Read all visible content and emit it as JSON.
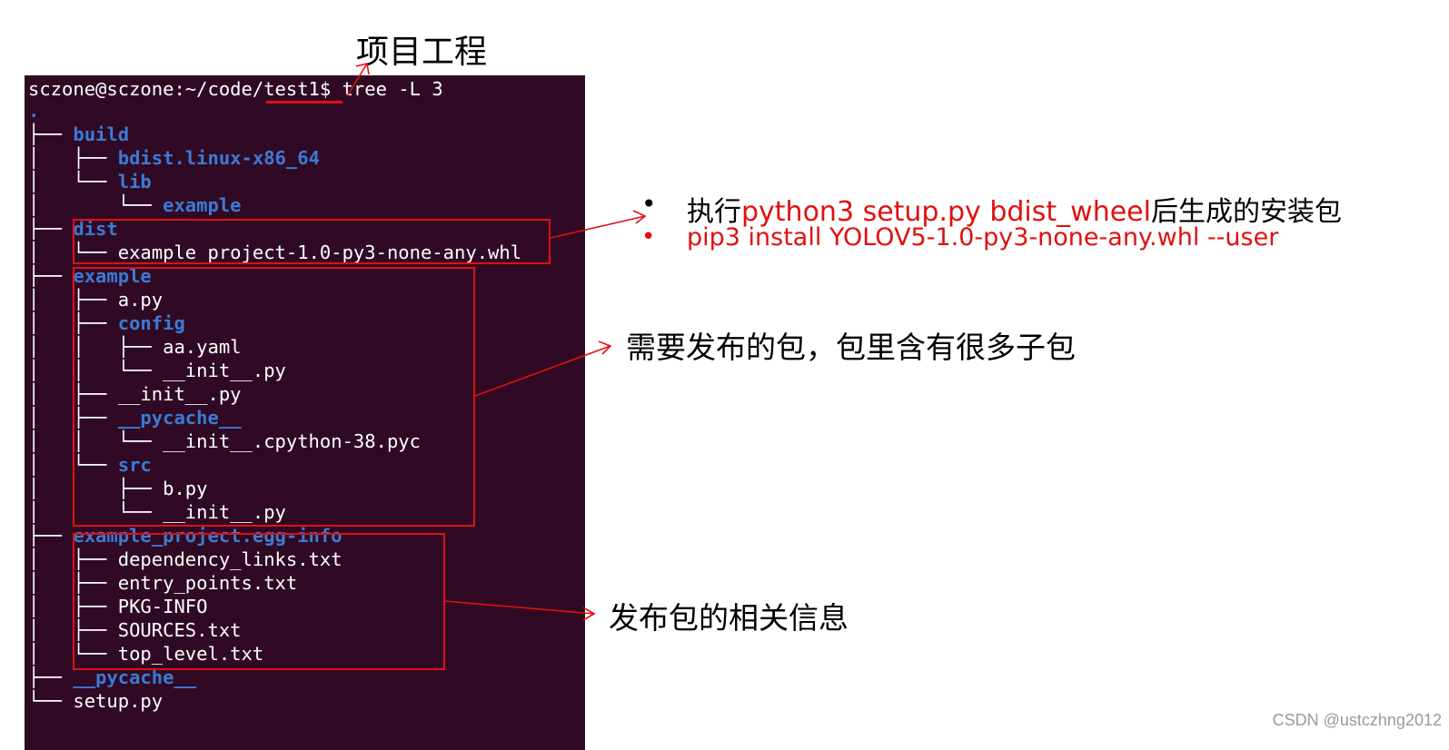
{
  "terminal": {
    "prompt": "sczone@sczone:~/code/",
    "prompt_dir": "test1",
    "prompt_sym": "$",
    "command": " tree -L 3",
    "root": ".",
    "tree": [
      {
        "guide": "├── ",
        "name": "build",
        "kind": "dir"
      },
      {
        "guide": "│   ├── ",
        "name": "bdist.linux-x86_64",
        "kind": "dir"
      },
      {
        "guide": "│   └── ",
        "name": "lib",
        "kind": "dir"
      },
      {
        "guide": "│       └── ",
        "name": "example",
        "kind": "dir"
      },
      {
        "guide": "├── ",
        "name": "dist",
        "kind": "dir"
      },
      {
        "guide": "│   └── ",
        "name": "example_project-1.0-py3-none-any.whl",
        "kind": "file"
      },
      {
        "guide": "├── ",
        "name": "example",
        "kind": "dir"
      },
      {
        "guide": "│   ├── ",
        "name": "a.py",
        "kind": "file"
      },
      {
        "guide": "│   ├── ",
        "name": "config",
        "kind": "dir"
      },
      {
        "guide": "│   │   ├── ",
        "name": "aa.yaml",
        "kind": "file"
      },
      {
        "guide": "│   │   └── ",
        "name": "__init__.py",
        "kind": "file"
      },
      {
        "guide": "│   ├── ",
        "name": "__init__.py",
        "kind": "file"
      },
      {
        "guide": "│   ├── ",
        "name": "__pycache__",
        "kind": "dir"
      },
      {
        "guide": "│   │   └── ",
        "name": "__init__.cpython-38.pyc",
        "kind": "file"
      },
      {
        "guide": "│   └── ",
        "name": "src",
        "kind": "dir"
      },
      {
        "guide": "│       ├── ",
        "name": "b.py",
        "kind": "file"
      },
      {
        "guide": "│       └── ",
        "name": "__init__.py",
        "kind": "file"
      },
      {
        "guide": "├── ",
        "name": "example_project.egg-info",
        "kind": "dir"
      },
      {
        "guide": "│   ├── ",
        "name": "dependency_links.txt",
        "kind": "file"
      },
      {
        "guide": "│   ├── ",
        "name": "entry_points.txt",
        "kind": "file"
      },
      {
        "guide": "│   ├── ",
        "name": "PKG-INFO",
        "kind": "file"
      },
      {
        "guide": "│   ├── ",
        "name": "SOURCES.txt",
        "kind": "file"
      },
      {
        "guide": "│   └── ",
        "name": "top_level.txt",
        "kind": "file"
      },
      {
        "guide": "├── ",
        "name": "__pycache__",
        "kind": "dir"
      },
      {
        "guide": "└── ",
        "name": "setup.py",
        "kind": "file"
      }
    ]
  },
  "annotations": {
    "project_title": "项目工程",
    "bullet1_prefix": "执行",
    "bullet1_cmd": "python3 setup.py bdist_wheel",
    "bullet1_suffix": "后生成的安装包",
    "bullet2": "pip3 install YOLOV5-1.0-py3-none-any.whl --user",
    "bullet_mark": "•",
    "package_note": "需要发布的包，包里含有很多子包",
    "meta_note": "发布包的相关信息"
  },
  "watermark": "CSDN @ustczhng2012",
  "colors": {
    "terminal_bg": "#300a24",
    "dir": "#3a7bd5",
    "annotation_red": "#e01010"
  }
}
